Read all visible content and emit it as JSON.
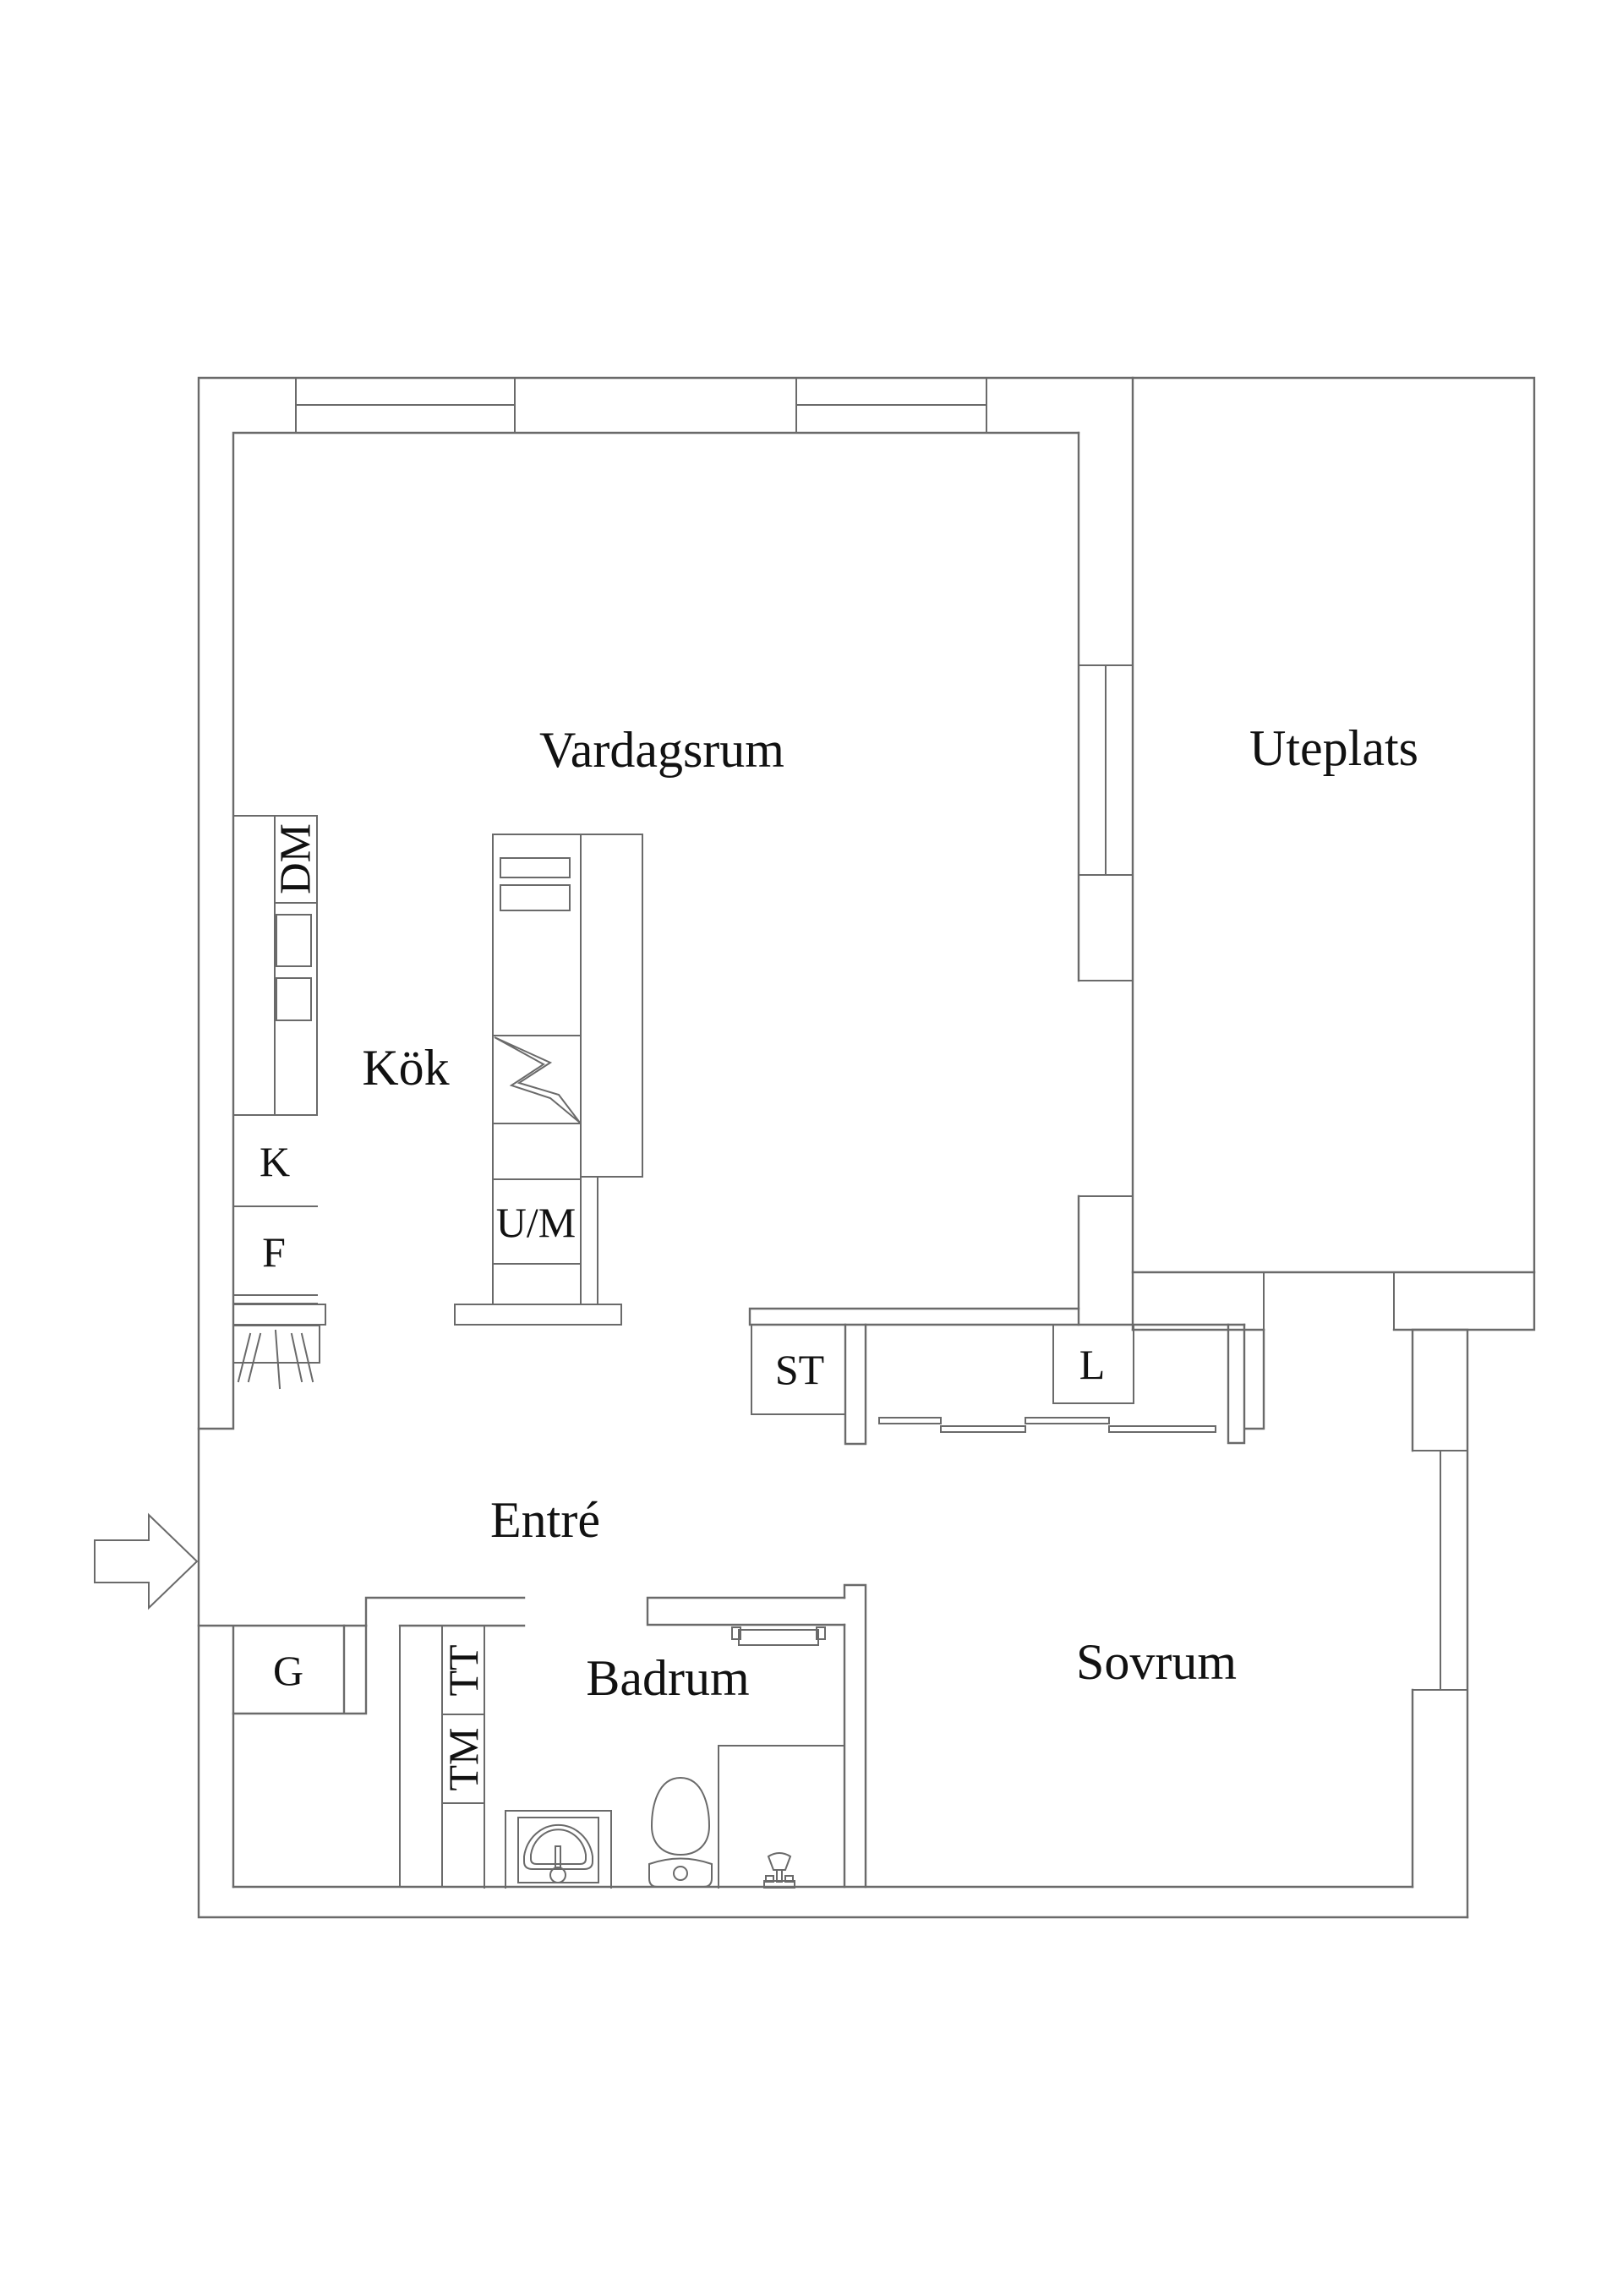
{
  "document": {
    "kind": "apartment floor plan",
    "background": "#ffffff"
  },
  "colors": {
    "bg": "#ffffff",
    "line": "#6a6a6a",
    "line_dark": "#4c4c4c",
    "text": "#111111"
  },
  "rooms": {
    "living": {
      "label": "Vardagsrum"
    },
    "patio": {
      "label": "Uteplats"
    },
    "kitchen": {
      "label": "Kök"
    },
    "entry": {
      "label": "Entré"
    },
    "bathroom": {
      "label": "Badrum"
    },
    "bedroom": {
      "label": "Sovrum"
    }
  },
  "appliances": {
    "dishwasher": {
      "label": "DM"
    },
    "fridge": {
      "label": "K"
    },
    "freezer": {
      "label": "F"
    },
    "oven_microwave": {
      "label": "U/M"
    },
    "storage_closet": {
      "label": "ST"
    },
    "linen_closet": {
      "label": "L"
    },
    "wardrobe": {
      "label": "G"
    },
    "dryer": {
      "label": "TT"
    },
    "washer": {
      "label": "TM"
    }
  },
  "icons": [
    "entrance-arrow-icon",
    "stove-lightning-icon",
    "sink-icon",
    "toilet-icon",
    "shower-mixer-icon",
    "towel-rail-icon",
    "coat-hooks-icon",
    "sliding-door-track-icon",
    "window-icon"
  ]
}
